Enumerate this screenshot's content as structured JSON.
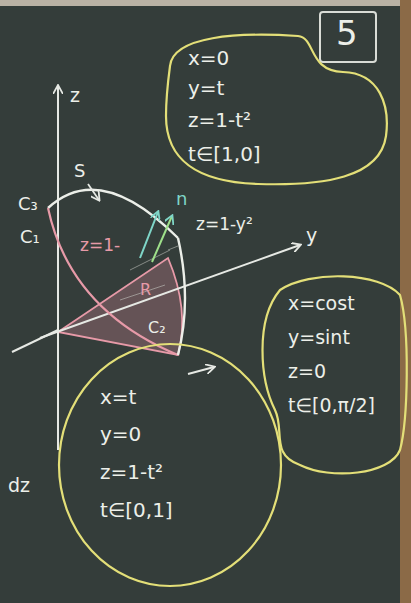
{
  "diagram": {
    "nodes": [
      {
        "text": [
          "5"
        ]
      },
      {
        "text": [
          "x=0",
          "y=t",
          "z=1-t²",
          "t∈[1,0]"
        ]
      },
      {
        "text": [
          "x=cost",
          "y=sint",
          "z=0",
          "t∈[0,π/2]"
        ]
      },
      {
        "text": [
          "x=t",
          "y=0",
          "z=1-t²",
          "t∈[0,1]"
        ]
      }
    ],
    "labels": [
      "z",
      "C₃",
      "S",
      "n",
      "C₁",
      "z=1-y²",
      "z=1-",
      "y",
      "R",
      "C₂",
      "dz"
    ]
  }
}
